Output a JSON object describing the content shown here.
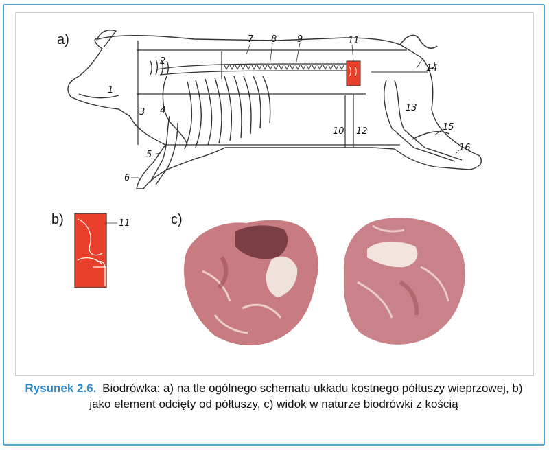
{
  "panels": {
    "a": "a)",
    "b": "b)",
    "c": "c)"
  },
  "callouts": [
    "1",
    "2",
    "3",
    "4",
    "5",
    "6",
    "7",
    "8",
    "9",
    "10",
    "11",
    "12",
    "13",
    "14",
    "15",
    "16"
  ],
  "callout_b": "11",
  "highlight_color": "#e8402a",
  "caption": {
    "figure": "Rysunek 2.6.",
    "text": "Biodrówka: a) na tle ogólnego schematu układu kostnego półtuszy wieprzowej, b) jako element odcięty od półtuszy, c) widok w naturze biodrówki z kością"
  }
}
